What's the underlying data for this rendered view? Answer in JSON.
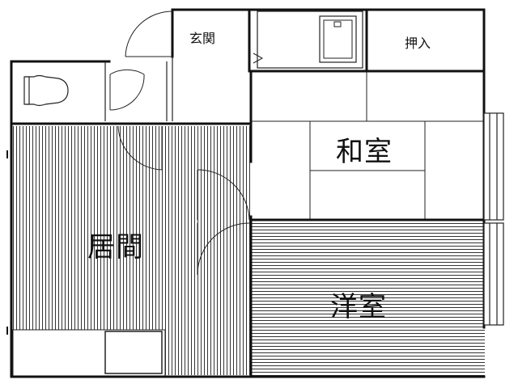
{
  "rooms": {
    "genkan": "玄関",
    "oshiire": "押入",
    "washitsu": "和室",
    "kyoma": "居間",
    "yoshitsu": "洋室"
  },
  "colors": {
    "wall": "#111111",
    "line": "#222222",
    "background": "#ffffff"
  }
}
